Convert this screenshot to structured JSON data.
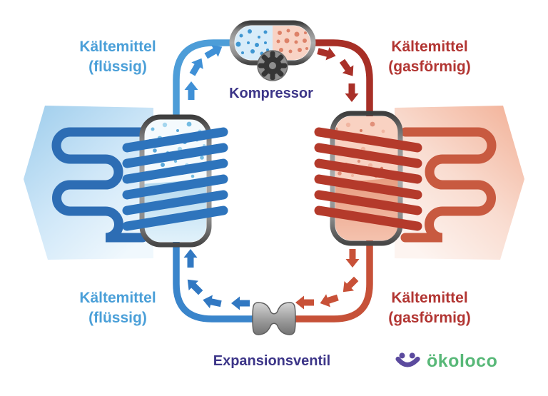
{
  "labels": {
    "top_left": {
      "line1": "Kältemittel",
      "line2": "(flüssig)"
    },
    "top_right": {
      "line1": "Kältemittel",
      "line2": "(gasförmig)"
    },
    "bottom_left": {
      "line1": "Kältemittel",
      "line2": "(flüssig)"
    },
    "bottom_right": {
      "line1": "Kältemittel",
      "line2": "(gasförmig)"
    },
    "compressor": "Kompressor",
    "expansion_valve": "Expansionsventil"
  },
  "logo": {
    "text": "ökoloco",
    "icon": "smiley-icon",
    "icon_color": "#5B4A9E",
    "text_color": "#58B878"
  },
  "icons": {
    "compressor_gear": "gear-icon",
    "cold_flow": "left-big-arrow-icon",
    "hot_flow": "right-big-arrow-icon"
  },
  "colors": {
    "label_blue": "#4A9FD8",
    "label_red": "#B23532",
    "label_indigo": "#3C3588",
    "pipe_blue_top": "#4D9DD8",
    "pipe_blue_bottom": "#3A85CB",
    "pipe_red_top": "#A72F26",
    "pipe_red_bottom": "#C65138",
    "coil_dark_blue": "#2D6DB4",
    "coil_dark_red": "#C85A40",
    "tank_band_blue": "#2E74BC",
    "tank_band_red": "#B43A2B",
    "big_arrow_blue": "#9ECDEC",
    "big_arrow_red": "#F2B096",
    "valve_gray": "#9E9E9E",
    "logo_green": "#58B878",
    "logo_purple": "#5B4A9E"
  }
}
